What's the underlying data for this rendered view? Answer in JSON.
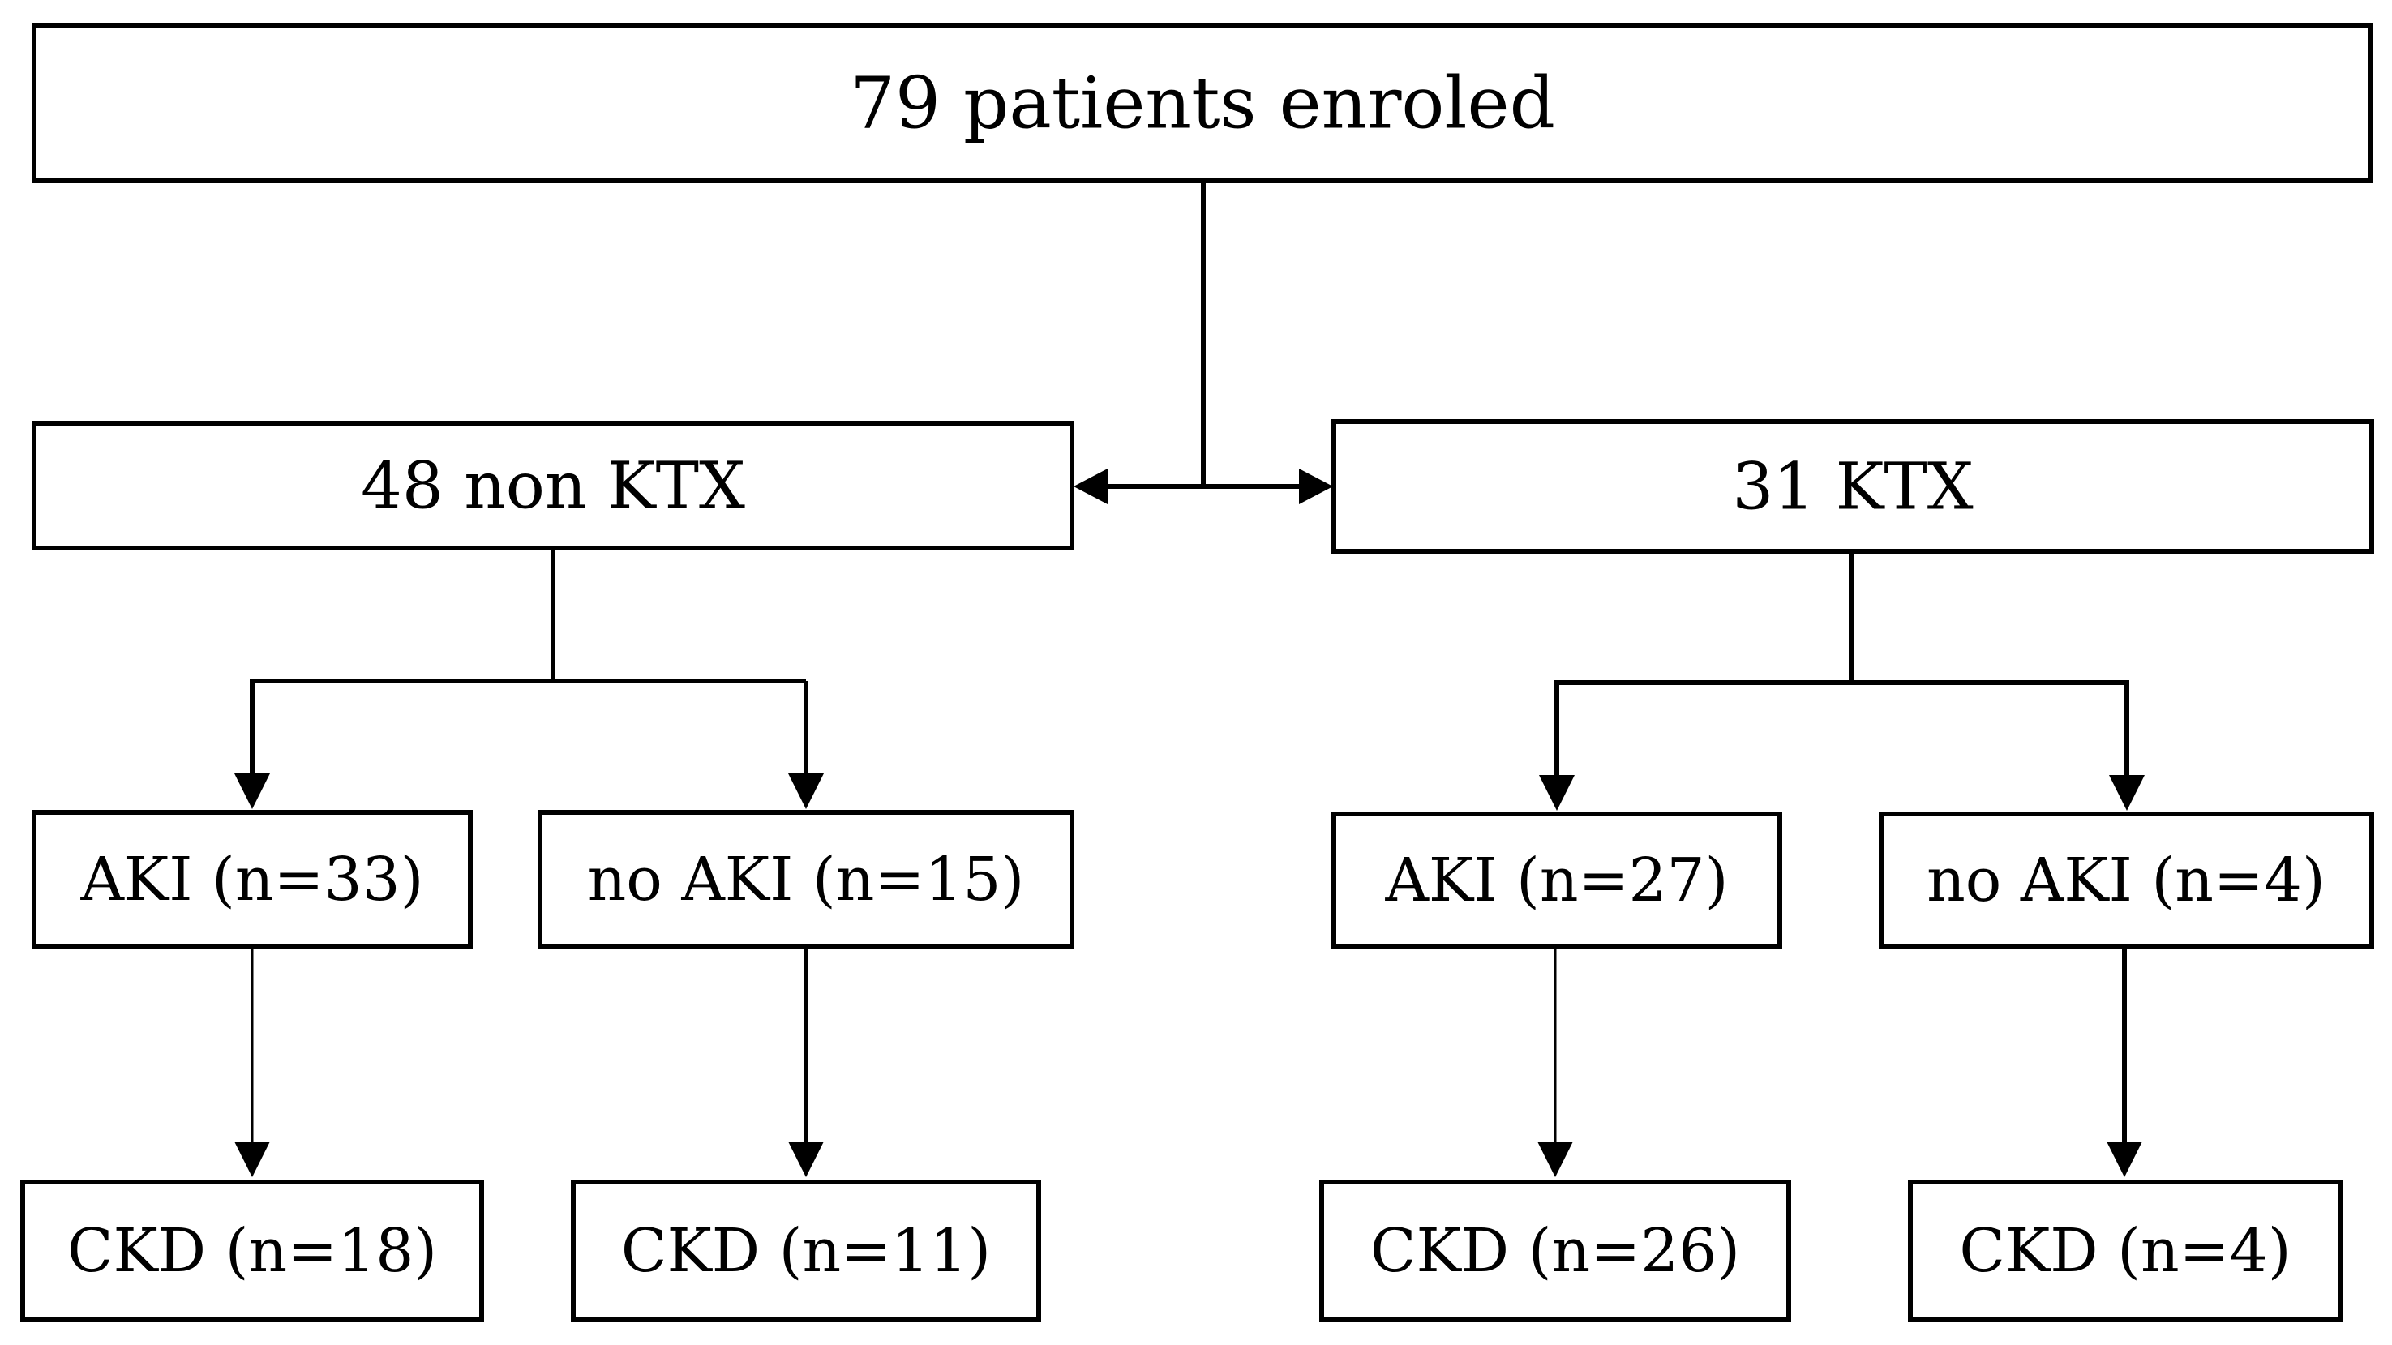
{
  "flowchart": {
    "enrolled": "79 patients enroled",
    "non_ktx": {
      "label": "48 non KTX",
      "aki": "AKI (n=33)",
      "no_aki": "no AKI (n=15)",
      "aki_ckd": "CKD (n=18)",
      "no_aki_ckd": "CKD (n=11)"
    },
    "ktx": {
      "label": "31 KTX",
      "aki": "AKI (n=27)",
      "no_aki": "no AKI (n=4)",
      "aki_ckd": "CKD (n=26)",
      "no_aki_ckd": "CKD (n=4)"
    }
  }
}
